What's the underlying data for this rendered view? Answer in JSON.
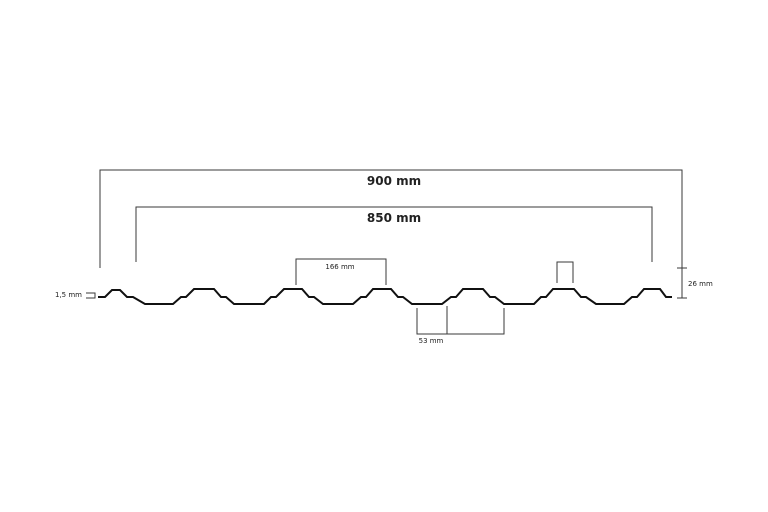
{
  "dimensions": {
    "total_width": "900 mm",
    "cover_width": "850 mm",
    "rib_pitch": "166 mm",
    "valley_width": "53 mm",
    "profile_height": "26 mm",
    "thickness": "1,5 mm"
  },
  "colors": {
    "profile_stroke": "#111111",
    "dimension_line": "#3a3a3a",
    "background": "#ffffff"
  }
}
